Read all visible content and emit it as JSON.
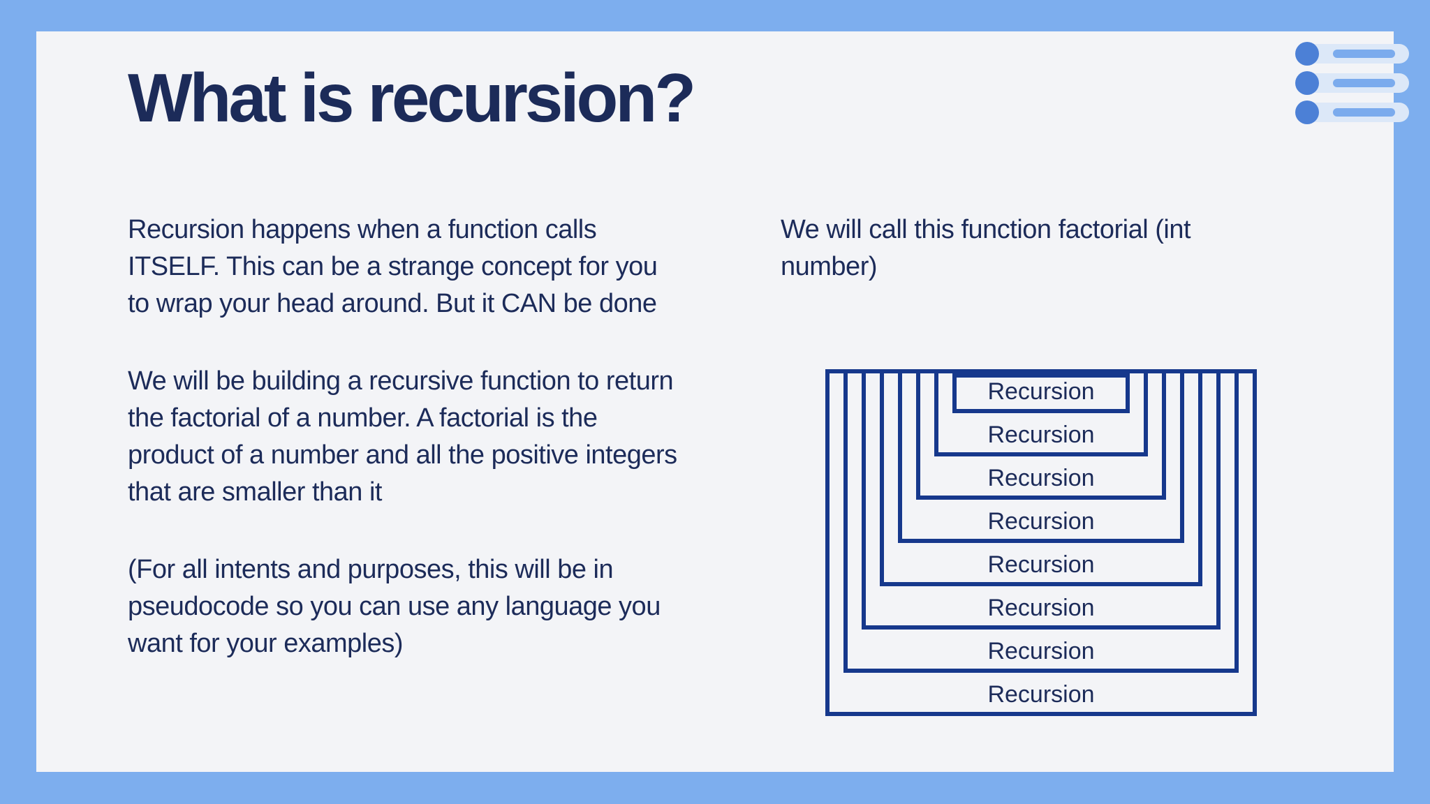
{
  "slide": {
    "title": "What is recursion?",
    "left_column": {
      "paragraphs": [
        "Recursion happens when a function calls\nITSELF. This can be a strange concept for you\nto wrap your head around. But it CAN be done",
        "We will be building a recursive function to return\nthe factorial of a number. A factorial is the\nproduct of a number and all the positive integers\nthat are smaller than it",
        "(For all intents and purposes, this will be in\npseudocode so you can use any language you\nwant for your examples)"
      ]
    },
    "right_column": {
      "text": "We will call this function factorial (int\nnumber)"
    },
    "diagram": {
      "description": "nested-recursion-boxes",
      "labels": [
        "Recursion",
        "Recursion",
        "Recursion",
        "Recursion",
        "Recursion",
        "Recursion",
        "Recursion",
        "Recursion"
      ]
    },
    "decorations": {
      "list_icon_rows": 3
    },
    "colors": {
      "frame_blue": "#7daeee",
      "card_bg": "#f3f4f7",
      "title_navy": "#1c2b59",
      "body_navy": "#1c2b59",
      "diagram_border_blue": "#16388c",
      "icon_dot_blue": "#4c80d6",
      "icon_pill_bg": "#dce8f8",
      "icon_bar_blue": "#7babed"
    }
  }
}
